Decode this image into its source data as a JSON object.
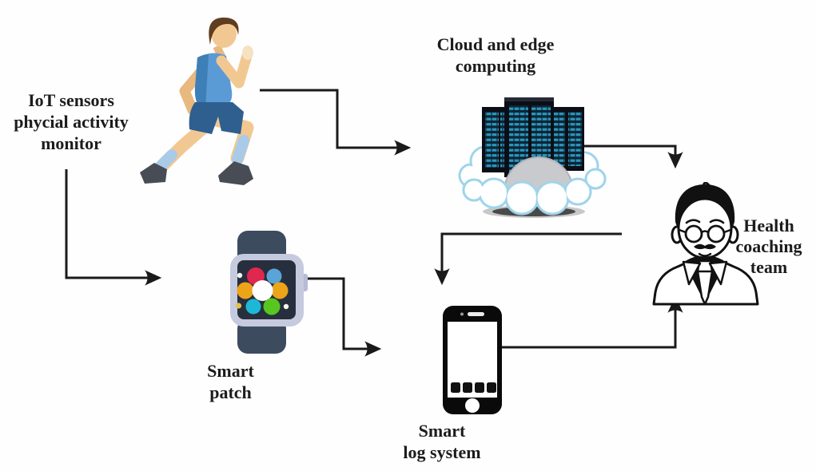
{
  "diagram": {
    "description": "IoT health monitoring and coaching flow diagram",
    "nodes": {
      "iot_sensors": {
        "label": "IoT sensors\nphycial activity\nmonitor",
        "icon": "running-person-icon"
      },
      "cloud_edge": {
        "label": "Cloud and edge\ncomputing",
        "icon": "cloud-servers-icon"
      },
      "smart_patch": {
        "label": "Smart\npatch",
        "icon": "smartwatch-icon"
      },
      "smart_log": {
        "label": "Smart\nlog system",
        "icon": "smartphone-icon"
      },
      "health_team": {
        "label": "Health\ncoaching\nteam",
        "icon": "doctor-icon"
      }
    },
    "edges": [
      {
        "from": "iot_sensors",
        "to": "cloud_edge"
      },
      {
        "from": "iot_sensors",
        "to": "smart_patch"
      },
      {
        "from": "smart_patch",
        "to": "smart_log"
      },
      {
        "from": "cloud_edge",
        "to": "health_team"
      },
      {
        "from": "health_team",
        "to": "smart_log"
      },
      {
        "from": "smart_log",
        "to": "health_team"
      }
    ],
    "colors": {
      "background": "#fefefe",
      "arrow": "#1a1a1a",
      "text": "#1c1c1c",
      "runner_shirt": "#5b9bd5",
      "runner_shorts": "#2e5f8f",
      "runner_skin": "#f2c892",
      "runner_socks": "#a9cbe8",
      "cloud_outline": "#9fd4ea",
      "server_body": "#0c0e16",
      "server_panel": "#2b97bd",
      "watch_band": "#3d4b5f",
      "watch_case": "#c5cade",
      "watch_screen": "#272f3e",
      "app_red": "#e0274e",
      "app_blue": "#5aa4d8",
      "app_orange": "#eda418",
      "app_cyan": "#1cb8d6",
      "app_green": "#57c61e",
      "phone_body": "#0a0a0a",
      "doctor_ink": "#111111"
    }
  }
}
